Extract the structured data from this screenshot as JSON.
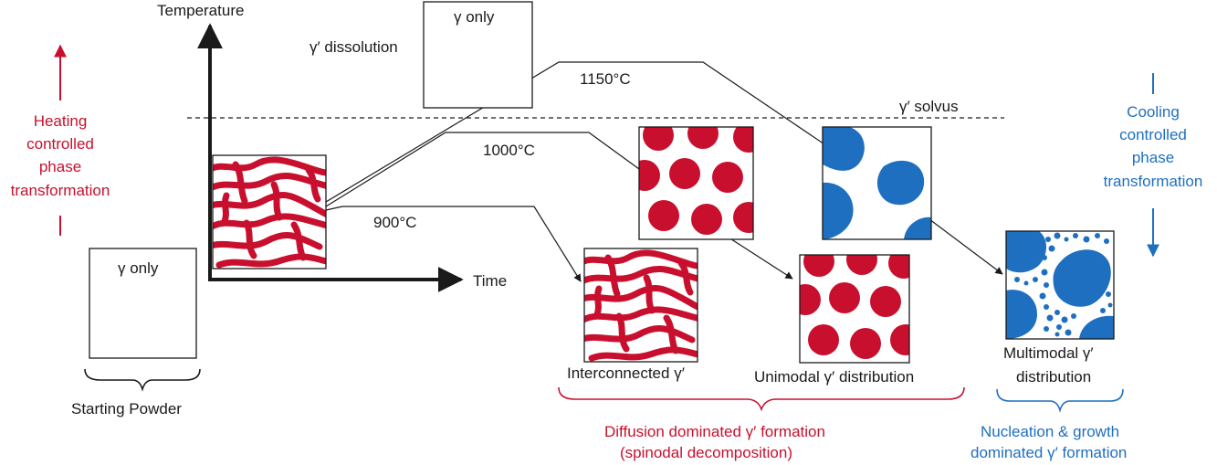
{
  "colors": {
    "red": "#c8102e",
    "blue": "#1f6fc0",
    "ink": "#1a1a1a"
  },
  "axes": {
    "y_label": "Temperature",
    "x_label": "Time"
  },
  "solvus_label": "γ′ solvus",
  "dissolution_label": "γ′ dissolution",
  "gamma_only_top": "γ only",
  "gamma_only_powder": "γ only",
  "temperatures": {
    "t1150": "1150°C",
    "t1000": "1000°C",
    "t900": "900°C"
  },
  "starting_powder": "Starting Powder",
  "heating": [
    "Heating",
    "controlled",
    "phase",
    "transformation"
  ],
  "cooling": [
    "Cooling",
    "controlled",
    "phase",
    "transformation"
  ],
  "results": {
    "interconnected": "Interconnected γ′",
    "unimodal": "Unimodal γ′ distribution",
    "multimodal": [
      "Multimodal γ′",
      "distribution"
    ]
  },
  "groups": {
    "diffusion": [
      "Diffusion dominated γ′ formation",
      "(spinodal decomposition)"
    ],
    "nucleation": [
      "Nucleation & growth",
      "dominated γ′ formation"
    ]
  }
}
